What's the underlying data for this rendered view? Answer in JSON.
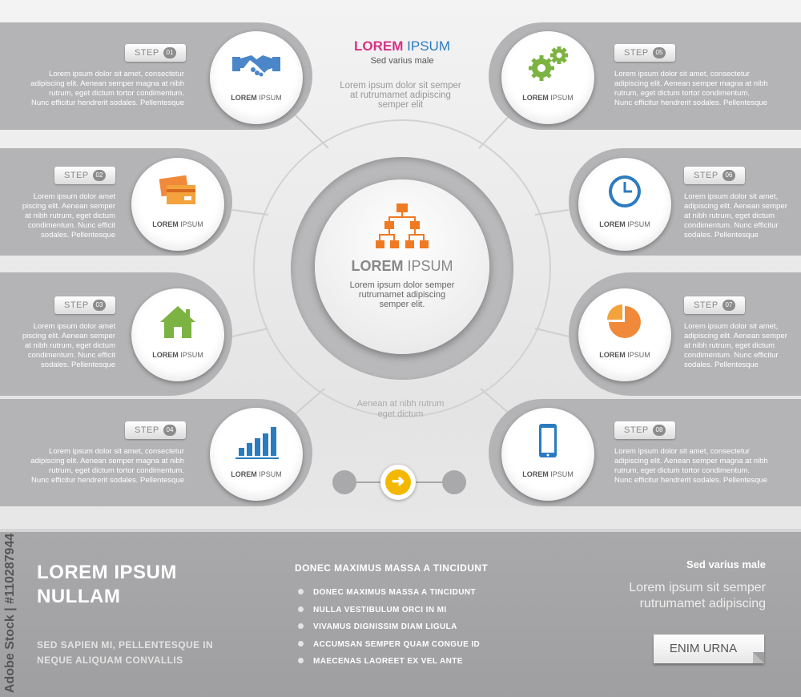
{
  "header": {
    "title_word1": "LOREM",
    "title_word2": "IPSUM",
    "subtitle": "Sed varius male",
    "text": [
      "Lorem ipsum dolor sit semper",
      "at rutrumamet adipiscing",
      "semper elit"
    ]
  },
  "center": {
    "title_word1": "LOREM",
    "title_word2": "IPSUM",
    "text": [
      "Lorem ipsum dolor semper",
      "rutrumamet adipiscing",
      "semper elit."
    ],
    "caption": [
      "Aenean at nibh rutrum",
      "eget dictum"
    ]
  },
  "step_word": "STEP",
  "node_label_word1": "LOREM",
  "node_label_word2": "IPSUM",
  "steps": [
    {
      "number": "01",
      "icon": "handshake-icon",
      "icon_color": "#4a86c8",
      "text": [
        "Lorem ipsum dolor sit amet, consectetur",
        "adipiscing elit. Aenean semper magna at nibh",
        "rutrum, eget dictum tortor condimentum.",
        "Nunc efficitur hendrerit sodales. Pellentesque"
      ]
    },
    {
      "number": "02",
      "icon": "credit-card-icon",
      "icon_color": "#f08a3a",
      "text": [
        "Lorem ipsum  dolor  amet",
        "piscing elit. Aenean semper",
        "at nibh rutrum, eget dictum",
        "condimentum.  Nunc efficit",
        "sodales. Pellentesque"
      ]
    },
    {
      "number": "03",
      "icon": "home-icon",
      "icon_color": "#7cb342",
      "text": [
        "Lorem ipsum  dolor  amet",
        "piscing elit. Aenean semper",
        "at nibh rutrum, eget dictum",
        "condimentum.  Nunc efficit",
        "sodales. Pellentesque"
      ]
    },
    {
      "number": "04",
      "icon": "bar-chart-icon",
      "icon_color": "#2b7bc0",
      "text": [
        "Lorem ipsum dolor sit amet, consectetur",
        "adipiscing elit. Aenean semper magna at nibh",
        "rutrum, eget dictum tortor condimentum.",
        "Nunc efficitur hendrerit sodales. Pellentesque"
      ]
    },
    {
      "number": "05",
      "icon": "gears-icon",
      "icon_color": "#7cb342",
      "text": [
        "Lorem ipsum dolor sit amet, consectetur",
        "adipiscing elit. Aenean semper magna at nibh",
        "rutrum, eget dictum tortor condimentum.",
        "Nunc efficitur hendrerit sodales. Pellentesque"
      ]
    },
    {
      "number": "06",
      "icon": "clock-icon",
      "icon_color": "#2b7bc0",
      "text": [
        "Lorem ipsum dolor sit  amet,",
        "adipiscing elit. Aenean semper",
        "at nibh rutrum, eget dictum",
        "condimentum. Nunc efficitur",
        "sodales. Pellentesque"
      ]
    },
    {
      "number": "07",
      "icon": "pie-chart-icon",
      "icon_color": "#f08a3a",
      "text": [
        "Lorem ipsum dolor sit  amet,",
        "adipiscing elit. Aenean semper",
        "at nibh rutrum, eget dictum",
        "condimentum. Nunc efficitur",
        "sodales. Pellentesque"
      ]
    },
    {
      "number": "08",
      "icon": "smartphone-icon",
      "icon_color": "#2b7bc0",
      "text": [
        "Lorem ipsum dolor sit amet, consectetur",
        "adipiscing elit. Aenean semper magna at nibh",
        "rutrum, eget dictum tortor condimentum.",
        "Nunc efficitur hendrerit sodales. Pellentesque"
      ]
    }
  ],
  "footer": {
    "title_lines": [
      "LOREM IPSUM",
      "NULLAM"
    ],
    "subtitle_lines": [
      "SED SAPIEN MI, PELLENTESQUE IN",
      "NEQUE ALIQUAM CONVALLIS"
    ],
    "list_heading": "DONEC MAXIMUS MASSA A TINCIDUNT",
    "list_items": [
      "DONEC MAXIMUS MASSA A TINCIDUNT",
      "NULLA VESTIBULUM ORCI IN MI",
      "VIVAMUS DIGNISSIM DIAM LIGULA",
      "ACCUMSAN SEMPER QUAM CONGUE ID",
      "MAECENAS LAOREET EX VEL ANTE"
    ],
    "right_heading": "Sed varius male",
    "right_text": [
      "Lorem ipsum sit semper",
      "rutrumamet adipiscing"
    ],
    "button_label": "ENIM URNA"
  },
  "watermark": "Adobe Stock | #110287944",
  "colors": {
    "title_pink": "#d63384",
    "title_blue": "#2b7bc0",
    "band_gray": "#b4b4b6",
    "accent_yellow": "#f5b800"
  }
}
